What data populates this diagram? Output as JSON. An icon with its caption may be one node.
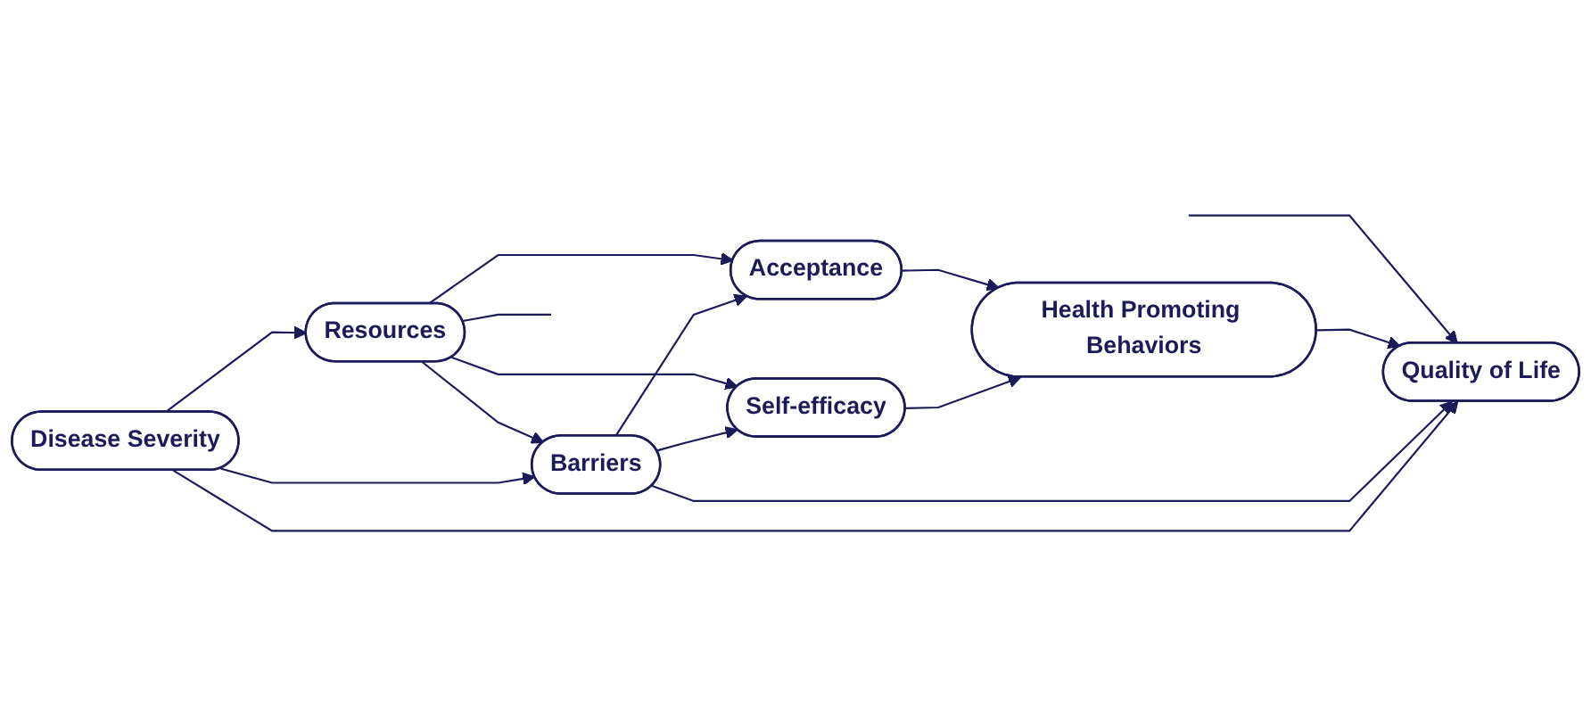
{
  "diagram": {
    "nodes": [
      {
        "text": [
          "Disease Severity"
        ]
      },
      {
        "text": [
          "Barriers"
        ]
      },
      {
        "text": [
          "Self-efficacy"
        ]
      },
      {
        "text": [
          "Health Promoting Behaviors"
        ]
      },
      {
        "text": [
          "Quality of Life"
        ]
      },
      {
        "text": [
          "Resources"
        ]
      },
      {
        "text": [
          "Acceptance"
        ]
      }
    ],
    "edges": [
      {
        "from": 0,
        "to": 1,
        "arrow": "to"
      },
      {
        "from": 0,
        "to": 5,
        "arrow": "to"
      },
      {
        "from": 0,
        "to": 4,
        "arrow": "to"
      },
      {
        "from": 1,
        "to": 2,
        "arrow": "to"
      },
      {
        "from": 1,
        "to": 4,
        "arrow": "to"
      },
      {
        "from": 1,
        "to": 6,
        "arrow": "to"
      },
      {
        "from": 5,
        "to": 1,
        "arrow": "to"
      },
      {
        "from": 5,
        "to": 2,
        "arrow": "to"
      },
      {
        "from": 5,
        "to": 6,
        "arrow": "to"
      },
      {
        "from": 2,
        "to": 3,
        "arrow": "to"
      },
      {
        "from": 6,
        "to": 3,
        "arrow": "to"
      },
      {
        "from": 3,
        "to": 4,
        "arrow": "to"
      },
      {
        "from": 5,
        "to": null,
        "arrow": "none"
      },
      {
        "from": null,
        "to": 4,
        "arrow": "to"
      }
    ]
  }
}
